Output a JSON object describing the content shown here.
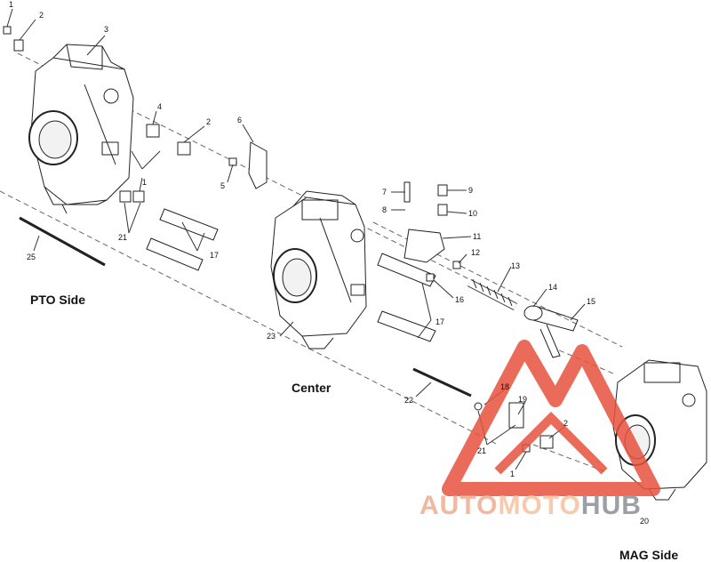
{
  "labels": {
    "pto_side": "PTO Side",
    "center": "Center",
    "mag_side": "MAG Side"
  },
  "callouts": {
    "c1a": "1",
    "c2a": "2",
    "c3": "3",
    "c4": "4",
    "c2b": "2",
    "c1b": "1",
    "c5": "5",
    "c6": "6",
    "c7": "7",
    "c8": "8",
    "c9": "9",
    "c10": "10",
    "c11": "11",
    "c12": "12",
    "c13": "13",
    "c14": "14",
    "c15": "15",
    "c16": "16",
    "c17a": "17",
    "c17b": "17",
    "c18": "18",
    "c19": "19",
    "c2c": "2",
    "c1c": "1",
    "c20": "20",
    "c21a": "21",
    "c21b": "21",
    "c22": "22",
    "c23": "23",
    "c25": "25"
  },
  "watermark": {
    "part1": "AUTO",
    "part2": "MOTO",
    "part3": "HUB",
    "logo_color": "#e8523f"
  }
}
